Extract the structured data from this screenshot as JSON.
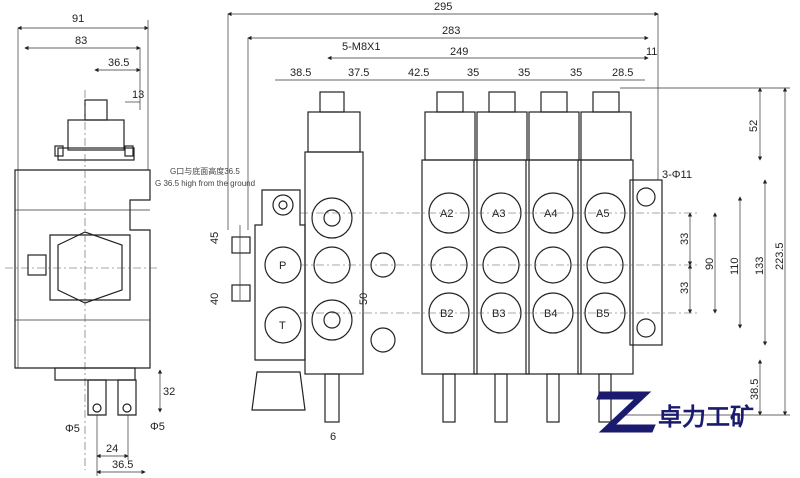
{
  "side_view": {
    "dims": {
      "overall_width": "91",
      "width_83": "83",
      "offset_36_5": "36.5",
      "plug_13": "13",
      "height_45": "45",
      "height_40": "40",
      "bottom_32": "32",
      "bottom_24": "24",
      "bottom_36_5": "36.5",
      "hole_left": "Φ5",
      "hole_right": "Φ5"
    }
  },
  "main_view": {
    "dims": {
      "total_295": "295",
      "d283": "283",
      "thread": "5-M8X1",
      "d249": "249",
      "d11_top": "11",
      "d38_5": "38.5",
      "d37_5": "37.5",
      "d42_5": "42.5",
      "d35_a": "35",
      "d35_b": "35",
      "d35_c": "35",
      "d28_5": "28.5",
      "d52": "52",
      "mount_holes": "3-Φ11",
      "d33_a": "33",
      "d33_b": "33",
      "d90": "90",
      "d110": "110",
      "d133": "133",
      "d223_5": "223.5",
      "d38_5_bottom": "38.5",
      "d50": "50",
      "d6": "6"
    },
    "ground_note_cn": "G口与底面高度36.5",
    "ground_note_en": "G 36.5 high from the ground",
    "ports": {
      "p": "P",
      "t": "T",
      "a2": "A2",
      "a3": "A3",
      "a4": "A4",
      "a5": "A5",
      "b2": "B2",
      "b3": "B3",
      "b4": "B4",
      "b5": "B5"
    }
  },
  "logo": {
    "text": "卓力工矿",
    "accent_color": "#1a1a6e",
    "mark_color": "#1a1a6e"
  }
}
